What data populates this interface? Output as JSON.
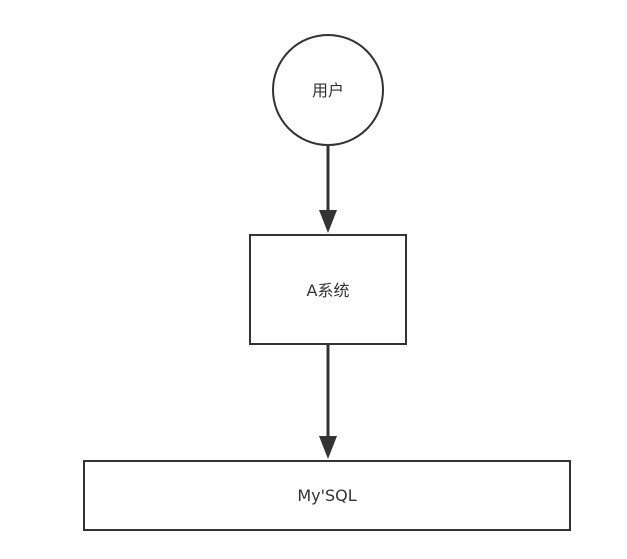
{
  "diagram": {
    "nodes": {
      "user": {
        "label": "用户",
        "shape": "circle"
      },
      "system_a": {
        "label": "A系统",
        "shape": "rectangle"
      },
      "mysql": {
        "label": "My'SQL",
        "shape": "rectangle"
      }
    },
    "edges": [
      {
        "from": "user",
        "to": "system_a"
      },
      {
        "from": "system_a",
        "to": "mysql"
      }
    ],
    "colors": {
      "stroke": "#333333",
      "fill": "#ffffff",
      "text": "#333333"
    }
  }
}
